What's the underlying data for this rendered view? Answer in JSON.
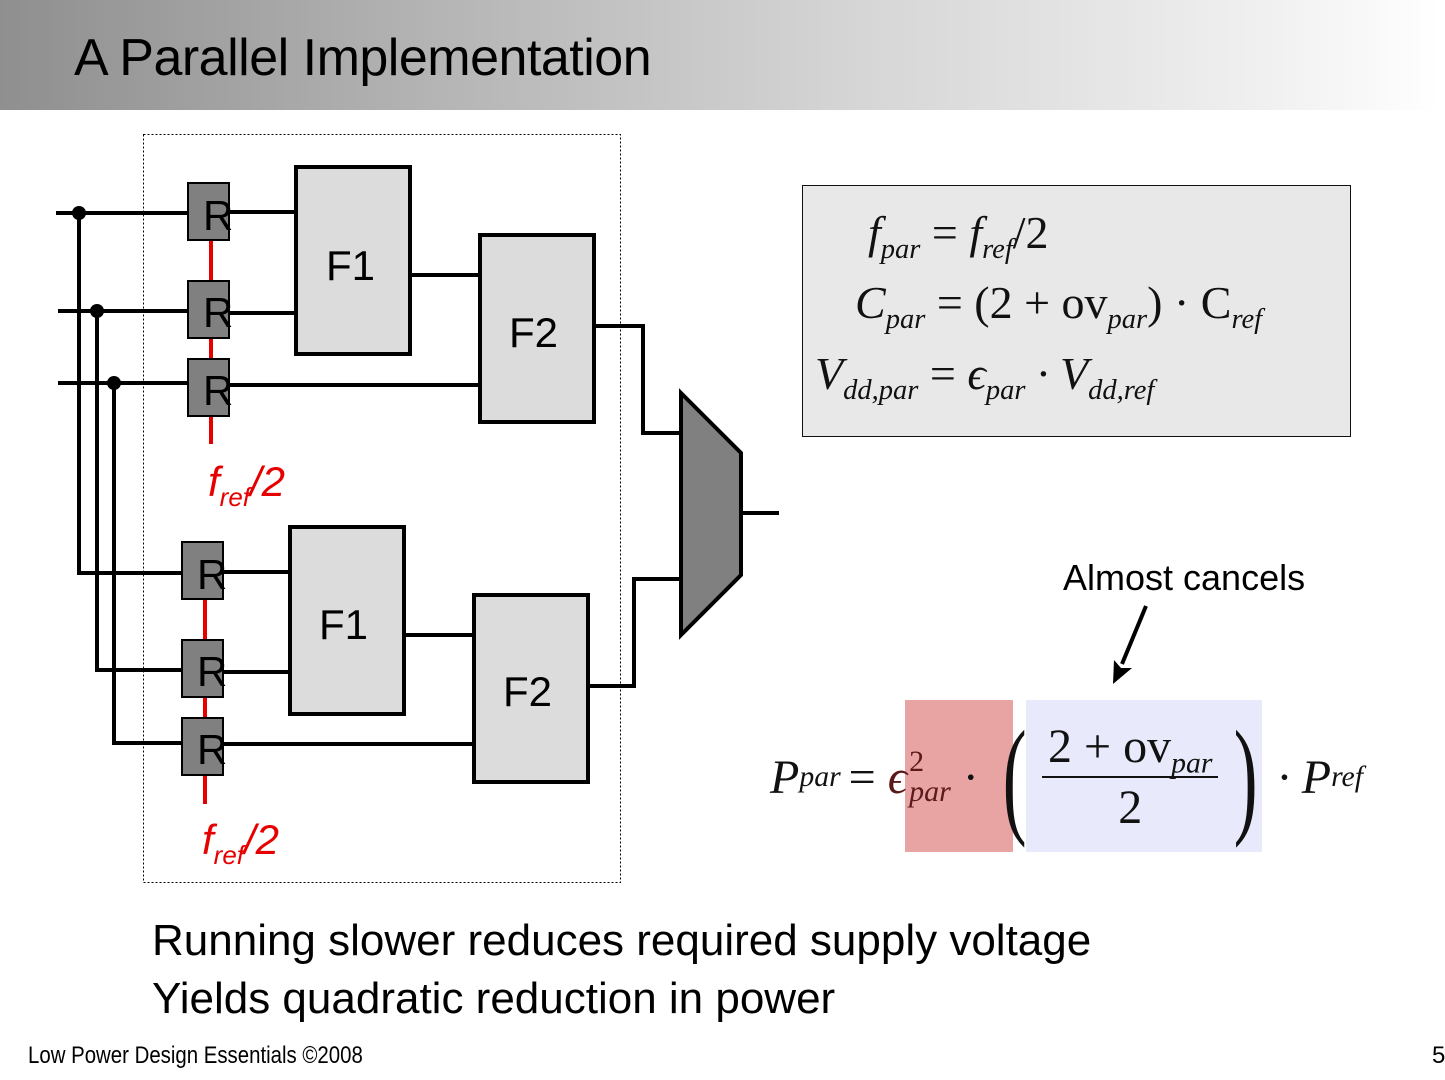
{
  "slide": {
    "title": "A Parallel Implementation",
    "footer": "Low Power Design Essentials ©2008",
    "page_number": "5"
  },
  "diagram": {
    "register_label": "R",
    "blocks": {
      "top_f1": "F1",
      "top_f2": "F2",
      "bottom_f1": "F1",
      "bottom_f2": "F2"
    },
    "clock_label": {
      "base": "f",
      "subscript": "ref",
      "suffix": "/2"
    },
    "mux_icon": "multiplexer-trapezoid",
    "colors": {
      "register_fill": "#808080",
      "block_fill": "#dcdcdc",
      "clock_line": "#e60000",
      "mux_fill": "#808080"
    }
  },
  "equations": {
    "f_par": {
      "lhs": "f",
      "lhs_sub": "par",
      "rhs_base": "f",
      "rhs_sub": "ref",
      "rhs_tail": "/2"
    },
    "c_par": {
      "lhs": "C",
      "lhs_sub": "par",
      "rhs_head": "(2 + ov",
      "rhs_sub": "par",
      "rhs_mid": ") · C",
      "rhs_sub2": "ref"
    },
    "vdd_par": {
      "lhs": "V",
      "lhs_sub": "dd,par",
      "rhs_eps": "ϵ",
      "rhs_sub": "par",
      "rhs_mid": " · V",
      "rhs_sub2": "dd,ref"
    },
    "power": {
      "lhs": "P",
      "lhs_sub": "par",
      "eps": "ϵ",
      "eps_sup": "2",
      "eps_sub": "par",
      "num_head": "2 + ov",
      "num_sub": "par",
      "den": "2",
      "tail": "· P",
      "tail_sub": "ref",
      "highlight_red": "#e8a3a3",
      "highlight_blue": "#e8eafb"
    }
  },
  "annotation": {
    "text": "Almost cancels"
  },
  "bullets": [
    "Running slower reduces required supply voltage",
    "Yields quadratic reduction in power"
  ]
}
